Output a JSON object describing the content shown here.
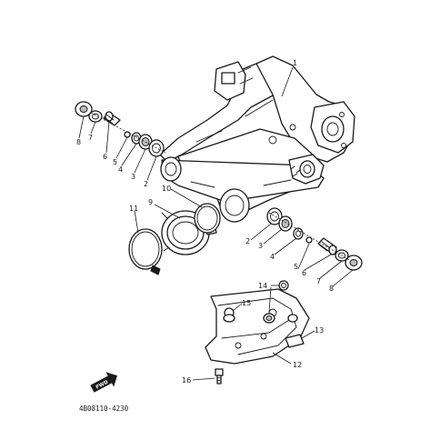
{
  "diagram": {
    "callouts": {
      "c1": "1",
      "c2_left": "2",
      "c3_left": "3",
      "c4_left": "4",
      "c5_left": "5",
      "c6_left": "6",
      "c7_left": "7",
      "c8_left": "8",
      "c2_right": "2",
      "c3_right": "3",
      "c4_right": "4",
      "c5_right": "5",
      "c6_right": "6",
      "c7_right": "7",
      "c8_right": "8",
      "c9": "9",
      "c10": "10",
      "c11": "11",
      "c12": "12",
      "c13": "13",
      "c14": "14",
      "c15": "15",
      "c16": "16"
    },
    "fwd_label": "FWD",
    "drawing_code": "4B08110-4230"
  }
}
